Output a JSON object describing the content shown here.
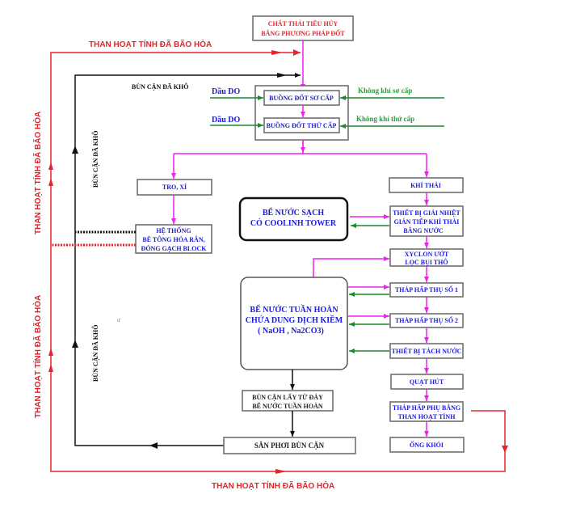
{
  "colors": {
    "flow": "#f020f0",
    "water_return": "#1a8a2a",
    "activated_carbon": "#e8242a",
    "sludge": "#111111",
    "box_text": "#1a1ae0"
  },
  "top_box": [
    "CHẤT THẢI TIÊU HỦY",
    "BẰNG PHƯƠNG PHÁP ĐỐT"
  ],
  "carbon_label": "THAN HOẠT TÍNH ĐÃ BÃO HÒA",
  "sludge_label": "BÙN CẶN ĐÃ KHÔ",
  "fuel": "Dầu DO",
  "air_primary": "Không khí sơ cấp",
  "air_secondary": "Không khí thứ cấp",
  "chamber_primary": "BUỒNG ĐỐT SƠ CẤP",
  "chamber_secondary": "BUỒNG ĐỐT THỨ CẤP",
  "ash": "TRO, XỈ",
  "solidify": [
    "HỆ THỐNG",
    "BÊ TÔNG HÓA RẮN,",
    "ĐÓNG GẠCH BLOCK"
  ],
  "exhaust": "KHÍ THẢI",
  "clean_tank": [
    "BỂ NƯỚC SẠCH",
    "CÓ COOLINH TOWER"
  ],
  "heat_exchanger": [
    "THIẾT BỊ GIẢI NHIỆT",
    "GIÁN TIẾP KHÍ THẢI",
    "BẰNG NƯỚC"
  ],
  "cyclone": [
    "XYCLON ƯỚT",
    "LỌC BỤI THÔ"
  ],
  "absorber1": "THÁP HẤP THỤ SỐ 1",
  "absorber2": "THÁP HẤP THỤ SỐ 2",
  "separator": "THIẾT BỊ TÁCH NƯỚC",
  "fan": "QUẠT HÚT",
  "adsorber": [
    "THÁP HẤP PHỤ BẰNG",
    "THAN HOẠT TÍNH"
  ],
  "chimney": "ỐNG KHÓI",
  "recirc_tank": [
    "BỂ NƯỚC TUẦN HOÀN",
    "CHỨA DUNG DỊCH KIỀM",
    "( NaOH , Na2CO3)"
  ],
  "sludge_bottom": [
    "BÙN CẶN LẤY TỪ ĐÁY",
    "BỂ NƯỚC TUẦN HOÀN"
  ],
  "drying_yard": "SÂN PHƠI BÙN CẶN",
  "stray_mark": "ư"
}
